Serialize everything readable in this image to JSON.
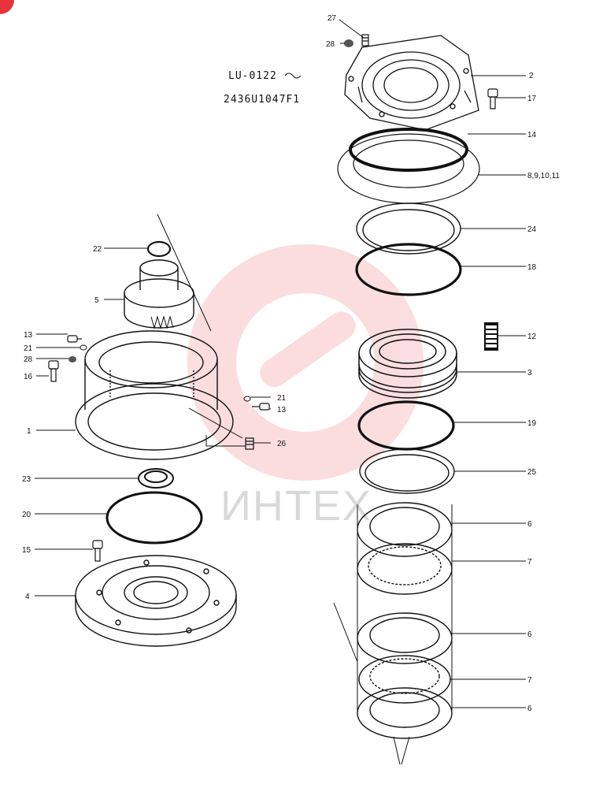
{
  "header": {
    "model": "LU-0122",
    "code": "2436U1047F1"
  },
  "watermark": {
    "brand": "ИНТЕХ",
    "color": "#e8323a"
  },
  "callouts": [
    {
      "id": "c27",
      "text": "27"
    },
    {
      "id": "c28a",
      "text": "28"
    },
    {
      "id": "c2",
      "text": "2"
    },
    {
      "id": "c17",
      "text": "17"
    },
    {
      "id": "c14",
      "text": "14"
    },
    {
      "id": "c8",
      "text": "8,9,10,11"
    },
    {
      "id": "c24",
      "text": "24"
    },
    {
      "id": "c18",
      "text": "18"
    },
    {
      "id": "c12",
      "text": "12"
    },
    {
      "id": "c3",
      "text": "3"
    },
    {
      "id": "c19",
      "text": "19"
    },
    {
      "id": "c25",
      "text": "25"
    },
    {
      "id": "c6a",
      "text": "6"
    },
    {
      "id": "c7a",
      "text": "7"
    },
    {
      "id": "c6b",
      "text": "6"
    },
    {
      "id": "c7b",
      "text": "7"
    },
    {
      "id": "c6c",
      "text": "6"
    },
    {
      "id": "c22",
      "text": "22"
    },
    {
      "id": "c5",
      "text": "5"
    },
    {
      "id": "c13a",
      "text": "13"
    },
    {
      "id": "c21a",
      "text": "21"
    },
    {
      "id": "c28b",
      "text": "28"
    },
    {
      "id": "c16",
      "text": "16"
    },
    {
      "id": "c1",
      "text": "1"
    },
    {
      "id": "c21b",
      "text": "21"
    },
    {
      "id": "c13b",
      "text": "13"
    },
    {
      "id": "c26",
      "text": "26"
    },
    {
      "id": "c23",
      "text": "23"
    },
    {
      "id": "c20",
      "text": "20"
    },
    {
      "id": "c15",
      "text": "15"
    },
    {
      "id": "c4",
      "text": "4"
    }
  ]
}
